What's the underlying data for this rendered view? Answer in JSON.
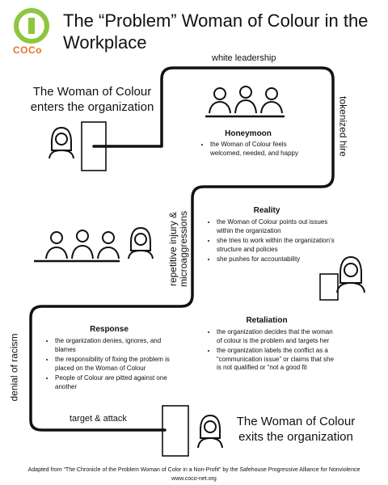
{
  "title": "The “Problem” Woman of Colour in the Workplace",
  "logo": {
    "text": "COCo",
    "brand_colors": [
      "#8dc63f",
      "#f7941d",
      "#3fa9f5"
    ]
  },
  "path_labels": {
    "white_leadership": "white leadership",
    "tokenized_hire": "tokenized hire",
    "repetitive_injury": [
      "repetitive injury &",
      "microaggressions"
    ],
    "denial_of_racism": "denial of racism",
    "target_attack": "target & attack"
  },
  "enters": "The Woman of Colour enters the organization",
  "exits": "The Woman of Colour exits the organization",
  "stages": {
    "honeymoon": {
      "title": "Honeymoon",
      "bullets": [
        "the Woman of Colour feels welcomed, needed, and happy"
      ]
    },
    "reality": {
      "title": "Reality",
      "bullets": [
        "the Woman of Colour points out issues within the organization",
        "she tries to work within the organization's structure and policies",
        "she pushes for accountability"
      ]
    },
    "retaliation": {
      "title": "Retaliation",
      "bullets": [
        "the organization decides that the woman of colour is the problem and targets her",
        "the organization labels the conflict as a “communication issue” or claims that she is not qualified or “not a good fit"
      ]
    },
    "response": {
      "title": "Response",
      "bullets": [
        "the organization denies, ignores, and blames",
        "the responsibility of fixing the problem is placed on the Woman of Colour",
        "People of Colour are pitted against one another"
      ]
    }
  },
  "footer": {
    "credit": "Adapted from “The Chronicle of the Problem Woman of Color in a Non-Profit” by the Safehouse Progressive Alliance for Nonviolence",
    "url": "www.coco-net.org"
  }
}
